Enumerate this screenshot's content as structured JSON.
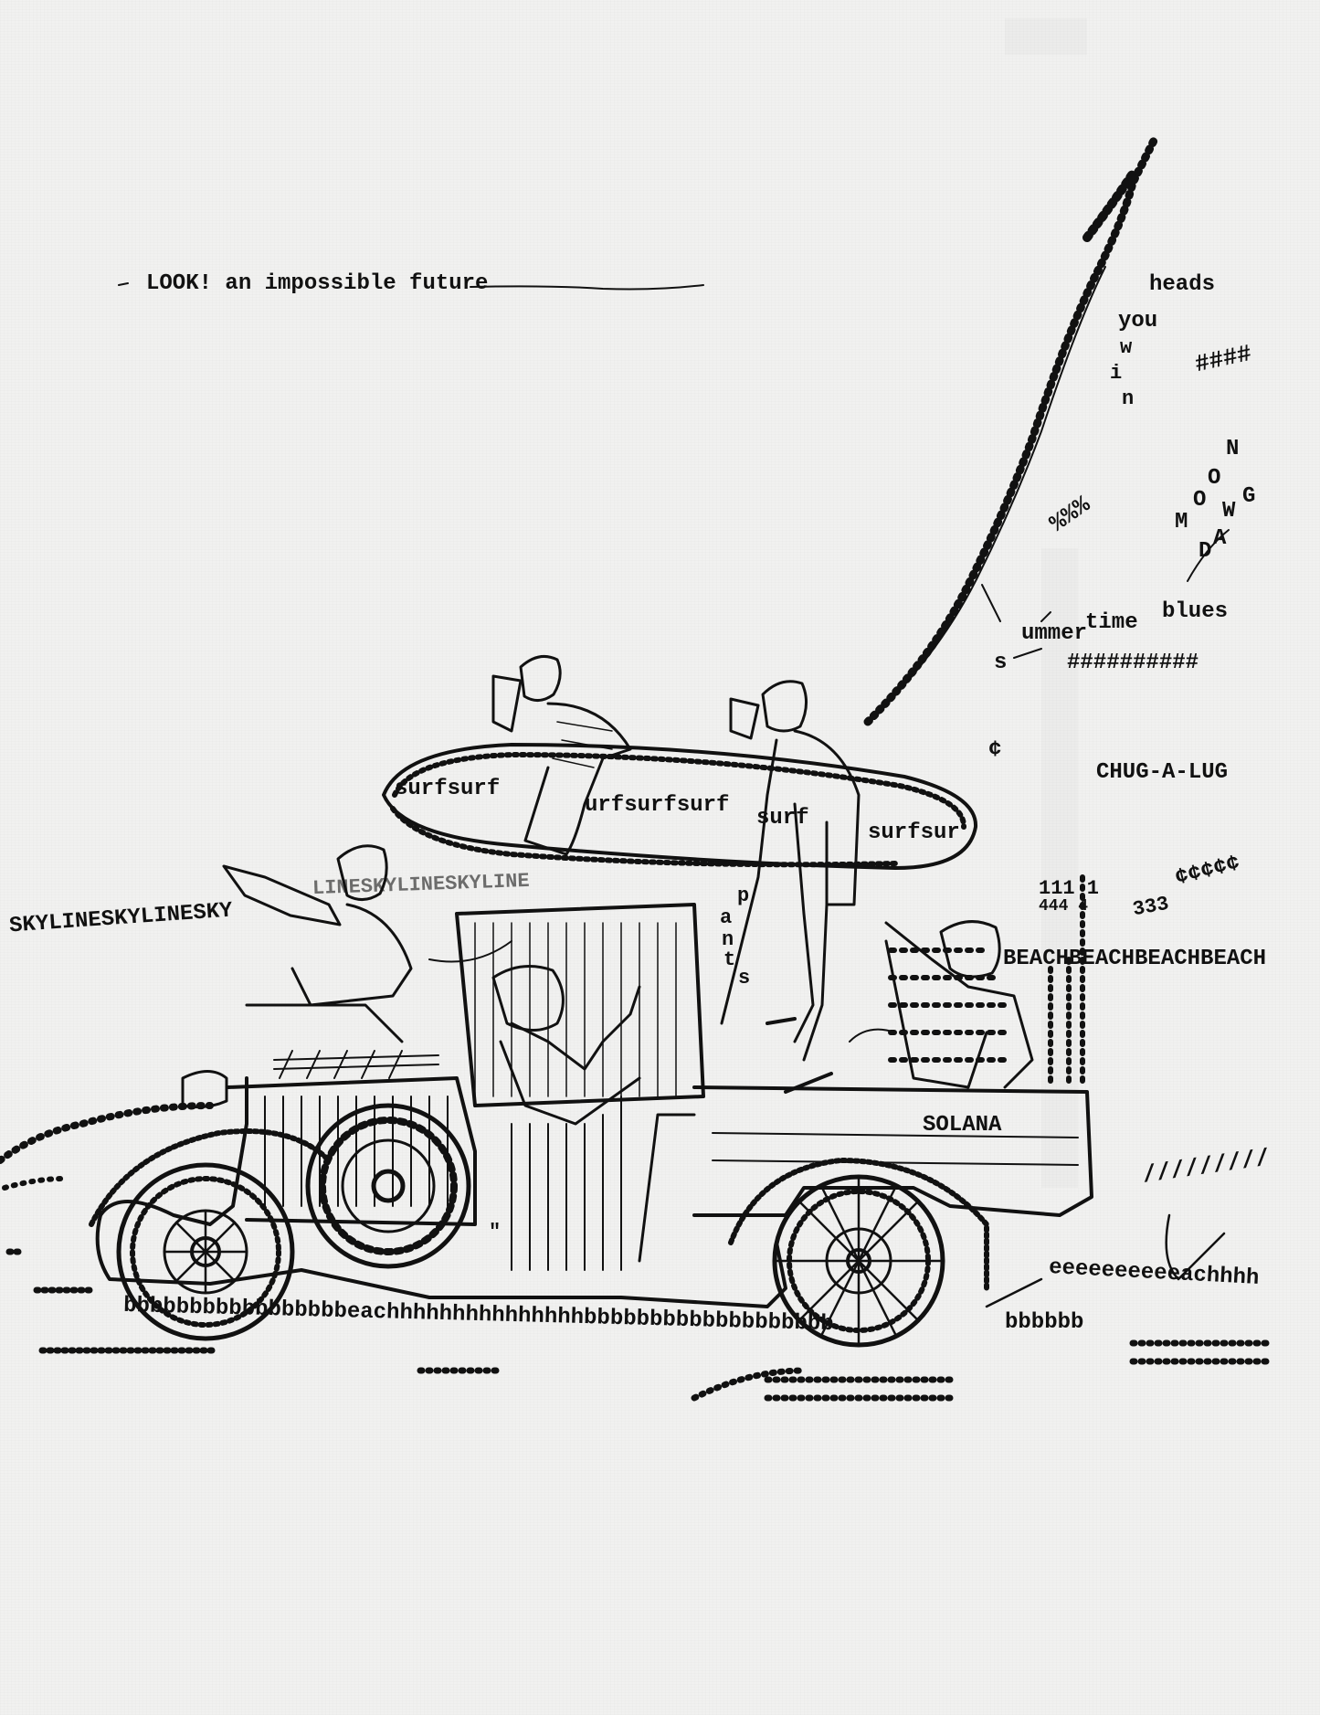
{
  "title": "LOOK! an impossible future",
  "words": {
    "heads": "heads",
    "you": "you",
    "down_letters": [
      "w",
      "i",
      "n"
    ],
    "hashes_top": "####",
    "now_gda": [
      "N",
      "O",
      "O",
      "W",
      "G",
      "M",
      "D",
      "A"
    ],
    "percents": "%%%",
    "summer": "s",
    "ummer": "ummer",
    "time": "time",
    "blues": "blues",
    "hash_row": "##########",
    "cent": "¢",
    "chug": "CHUG-A-LUG",
    "cents_row": "¢¢¢¢¢",
    "skyline_left": "SKYLINESKYLINESKY",
    "skyline_mid": "LINESKYLINESKYLINE",
    "surf_1": "surfsurf",
    "surf_2": "urfsurfsurf",
    "surf_3": "surf",
    "surf_4": "surfsur",
    "pants": [
      "p",
      "a",
      "n",
      "t",
      "s"
    ],
    "beach_right": "BEACHBEACHBEACHBEACH",
    "solana": "SOLANA",
    "ones": "111 1",
    "fours": "444 4",
    "threes": "333",
    "slashes": "/////////",
    "beach_road": "bbbbbbbbbbbbbbbbbeachhhhhhhhhhhhhhhbbbbbbbbbbbbbbbbbbb",
    "eee_road": "eeeeeeeeeeachhhh",
    "bbbb_end": "bbbbbb",
    "quote_mark": "\""
  }
}
